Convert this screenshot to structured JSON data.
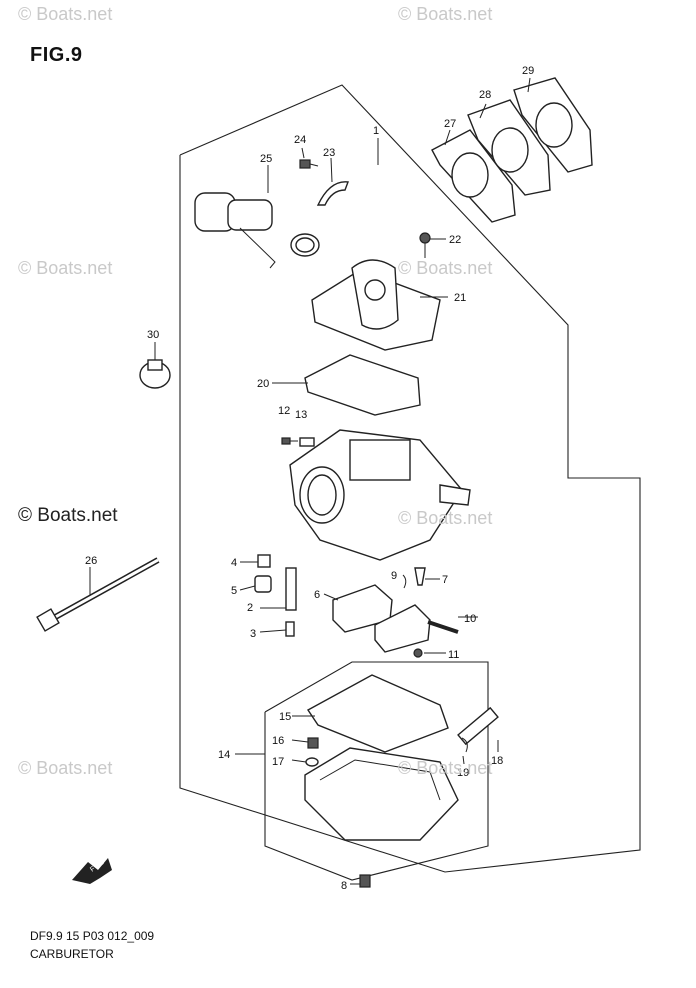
{
  "figure": {
    "title": "FIG.9",
    "code": "DF9.9 15 P03 012_009",
    "caption": "CARBURETOR"
  },
  "watermark": {
    "text": "© Boats.net"
  },
  "arrow_label": "FWD",
  "callouts": [
    "1",
    "2",
    "3",
    "4",
    "5",
    "6",
    "7",
    "8",
    "9",
    "10",
    "11",
    "12",
    "13",
    "14",
    "15",
    "16",
    "17",
    "18",
    "19",
    "20",
    "21",
    "22",
    "23",
    "24",
    "25",
    "26",
    "27",
    "28",
    "29",
    "30"
  ]
}
